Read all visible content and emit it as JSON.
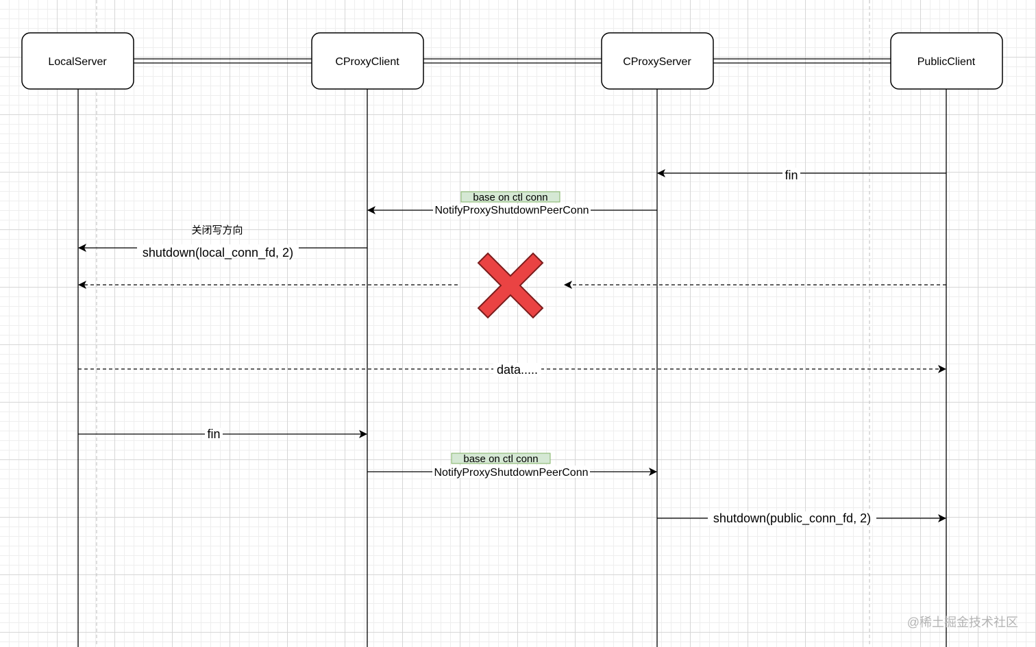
{
  "actors": [
    {
      "id": "local",
      "label": "LocalServer"
    },
    {
      "id": "cclient",
      "label": "CProxyClient"
    },
    {
      "id": "cserver",
      "label": "CProxyServer"
    },
    {
      "id": "public",
      "label": "PublicClient"
    }
  ],
  "messages": {
    "fin_public": "fin",
    "notify1_tag": "base on ctl conn",
    "notify1": "NotifyProxyShutdownPeerConn",
    "shutdown_local_note": "关闭写方向",
    "shutdown_local": "shutdown(local_conn_fd, 2)",
    "data": "data.....",
    "fin_local": "fin",
    "notify2_tag": "base on ctl conn",
    "notify2": "NotifyProxyShutdownPeerConn",
    "shutdown_public": "shutdown(public_conn_fd, 2)"
  },
  "watermark": "@稀土掘金技术社区",
  "colors": {
    "tag_fill": "#d5e8d4",
    "tag_stroke": "#82b366",
    "cross": "#ea4343"
  }
}
